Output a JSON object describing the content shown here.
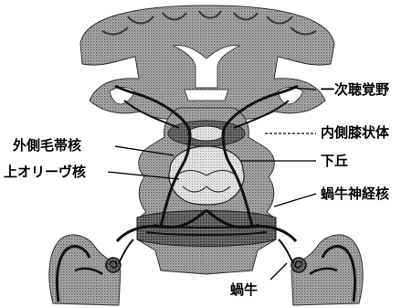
{
  "labels": {
    "primary_auditory_cortex": "一次聴覚野",
    "medial_geniculate_body": "内側膝状体",
    "nucleus_lateral_lemniscus": "外側毛帯核",
    "inferior_colliculus": "下丘",
    "superior_olive_nucleus": "上オリーヴ核",
    "cochlear_nucleus": "蝸牛神経核",
    "cochlea": "蝸牛"
  },
  "colors": {
    "tissue_fill": "#9a9a9a",
    "tissue_dark": "#5c5c5c",
    "pathway": "#111111",
    "line": "#000000"
  }
}
